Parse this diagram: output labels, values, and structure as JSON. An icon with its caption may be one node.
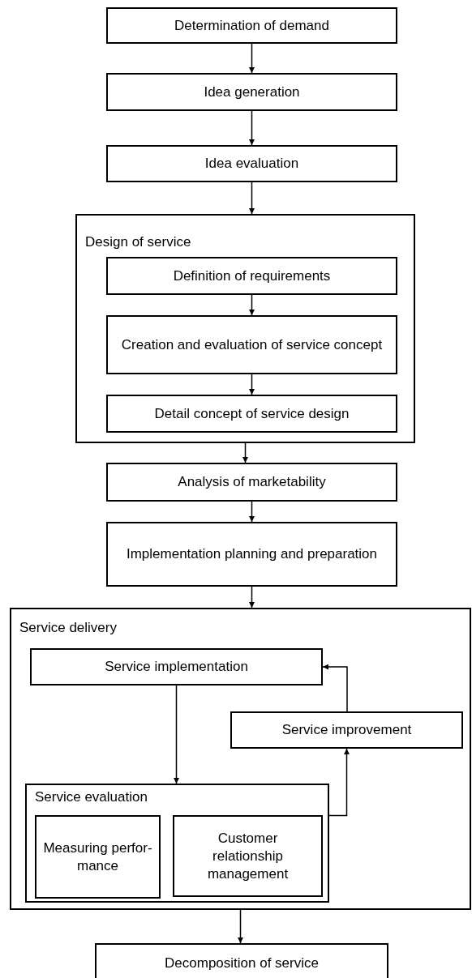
{
  "diagram": {
    "nodes": [
      {
        "text": [
          "Determination of demand"
        ]
      },
      {
        "text": [
          "Idea generation"
        ]
      },
      {
        "text": [
          "Idea evaluation"
        ]
      },
      {
        "text": [
          "Design of service"
        ]
      },
      {
        "text": [
          "Definition of requirements"
        ],
        "in": 3
      },
      {
        "text": [
          "Creation and evaluation of service concept"
        ],
        "in": 3
      },
      {
        "text": [
          "Detail concept of service design"
        ],
        "in": 3
      },
      {
        "text": [
          "Analysis of marketability"
        ]
      },
      {
        "text": [
          "Implementation planning and preparation"
        ]
      },
      {
        "text": [
          "Service delivery"
        ]
      },
      {
        "text": [
          "Service implementation"
        ],
        "in": 9
      },
      {
        "text": [
          "Service improvement"
        ],
        "in": 9
      },
      {
        "text": [
          "Service evaluation"
        ],
        "in": 9
      },
      {
        "text": [
          "Measuring perfor- mance"
        ],
        "in": 12
      },
      {
        "text": [
          "Customer relationship management"
        ],
        "in": 12
      },
      {
        "text": [
          "Decomposition of service"
        ]
      }
    ],
    "edges": [
      {
        "from": 0,
        "to": 1,
        "arrow": "to"
      },
      {
        "from": 1,
        "to": 2,
        "arrow": "to"
      },
      {
        "from": 2,
        "to": 3,
        "arrow": "to"
      },
      {
        "from": 4,
        "to": 5,
        "arrow": "to"
      },
      {
        "from": 5,
        "to": 6,
        "arrow": "to"
      },
      {
        "from": 3,
        "to": 7,
        "arrow": "to"
      },
      {
        "from": 7,
        "to": 8,
        "arrow": "to"
      },
      {
        "from": 8,
        "to": 9,
        "arrow": "to"
      },
      {
        "from": 10,
        "to": 12,
        "arrow": "to"
      },
      {
        "from": 12,
        "to": 11,
        "arrow": "to"
      },
      {
        "from": 11,
        "to": 10,
        "arrow": "to"
      },
      {
        "from": 9,
        "to": 15,
        "arrow": "to"
      }
    ]
  }
}
